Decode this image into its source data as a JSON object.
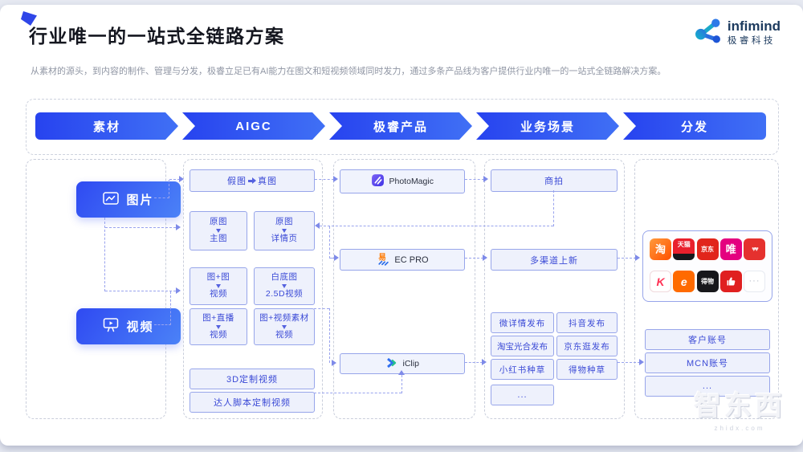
{
  "page": {
    "title": "行业唯一的一站式全链路方案",
    "subtitle": "从素材的源头，到内容的制作、管理与分发，极睿立足已有AI能力在图文和短视频领域同时发力，通过多条产品线为客户提供行业内唯一的一站式全链路解决方案。"
  },
  "logo": {
    "name": "infimind",
    "company": "极睿科技"
  },
  "stages": [
    {
      "label": "素材"
    },
    {
      "label": "AIGC"
    },
    {
      "label": "极睿产品"
    },
    {
      "label": "业务场景"
    },
    {
      "label": "分发"
    }
  ],
  "material": {
    "image": "图片",
    "video": "视频"
  },
  "aigc": {
    "fake_real": {
      "left": "假图",
      "right": "真图"
    },
    "pairs": [
      {
        "top": "原图",
        "bottom": "主图"
      },
      {
        "top": "原图",
        "bottom": "详情页"
      },
      {
        "top": "图+图",
        "bottom": "视频"
      },
      {
        "top": "白底图",
        "bottom": "2.5D视频"
      },
      {
        "top": "图+直播",
        "bottom": "视频"
      },
      {
        "top": "图+视频素材",
        "bottom": "视频"
      }
    ],
    "wide": [
      {
        "label": "3D定制视频"
      },
      {
        "label": "达人脚本定制视频"
      }
    ]
  },
  "products": [
    {
      "label": "PhotoMagic"
    },
    {
      "label": "EC PRO"
    },
    {
      "label": "iClip"
    }
  ],
  "scenarios": {
    "shangpai": "商拍",
    "multichannel": "多渠道上新",
    "grid": [
      {
        "label": "微详情发布"
      },
      {
        "label": "抖音发布"
      },
      {
        "label": "淘宝光合发布"
      },
      {
        "label": "京东逛发布"
      },
      {
        "label": "小红书种草"
      },
      {
        "label": "得物种草"
      },
      {
        "label": "..."
      }
    ]
  },
  "distribution": {
    "apps": [
      {
        "icon": "taobao-app-icon",
        "label": "淘",
        "css": "background:linear-gradient(135deg,#ff9a3c,#ff5000);color:#fff;font-size:13px;font-weight:bold"
      },
      {
        "icon": "tmall-app-icon",
        "label": "天猫",
        "css": "background:linear-gradient(#e9202c 70%,#17171b 70%);color:#fff;font-size:8px;font-weight:bold;align-items:flex-start;padding-top:4px;box-sizing:border-box"
      },
      {
        "icon": "jd-app-icon",
        "label": "京东",
        "css": "background:#e1251b;color:#fff;font-size:8px;font-weight:bold"
      },
      {
        "icon": "vipshop-app-icon",
        "label": "唯",
        "css": "background:#e4007f;color:#fff;font-size:13px;font-weight:bold"
      },
      {
        "icon": "floral-red-app-icon",
        "label": "♥♥",
        "css": "background:#e5312e;color:rgba(255,255,255,.85);font-size:9px;letter-spacing:-2px"
      },
      {
        "icon": "kuaishou-k-app-icon",
        "label": "K",
        "css": "background:#fff;color:#ff3355;font-size:14px;font-style:italic;font-weight:800;box-shadow:inset 0 0 0 1px #f0d9dd"
      },
      {
        "icon": "alibaba-app-icon",
        "label": "e",
        "css": "background:#ff6a00;color:#fff;font-size:14px;font-style:italic;font-weight:800"
      },
      {
        "icon": "dewu-app-icon",
        "label": "得物",
        "css": "background:#17171b;color:#fff;font-size:8px;font-weight:bold"
      },
      {
        "icon": "thumbs-up-app-icon",
        "css": "background:#e02020"
      },
      {
        "icon": "more-apps-icon",
        "label": "···",
        "css": "background:#fff;color:#b7bdc9;font-size:11px;letter-spacing:1px;box-shadow:inset 0 0 0 1px #e7eaf1"
      }
    ],
    "accounts": [
      {
        "label": "客户账号"
      },
      {
        "label": "MCN账号"
      },
      {
        "label": "..."
      }
    ]
  },
  "watermark": {
    "text": "智东西",
    "domain": "zhidx.com"
  },
  "colors": {
    "accent_blue": "#2f4ef2",
    "accent_blue_light": "#4a80f7",
    "box_border": "#8d9ce8",
    "box_text": "#3b4ad6",
    "connector": "#99a3ee"
  }
}
